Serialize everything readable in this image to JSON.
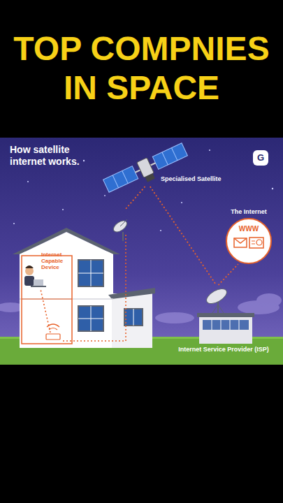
{
  "diagram": {
    "title": "TOP COMPNIES IN SPACE",
    "nodes": [
      {
        "text": [
          "Specialised Satellite"
        ]
      },
      {
        "text": [
          "The Internet",
          "WWW"
        ]
      },
      {
        "text": [
          "Internet Capable Device"
        ]
      },
      {
        "text": [
          "Internet Service Provider (ISP)"
        ]
      }
    ],
    "edges": [
      {
        "from": 0,
        "to": 2,
        "arrow": "none"
      },
      {
        "from": 0,
        "to": 3,
        "arrow": "none"
      },
      {
        "from": 3,
        "to": 1,
        "arrow": "none"
      }
    ],
    "labels": [
      "How satellite internet works.",
      "G"
    ]
  }
}
